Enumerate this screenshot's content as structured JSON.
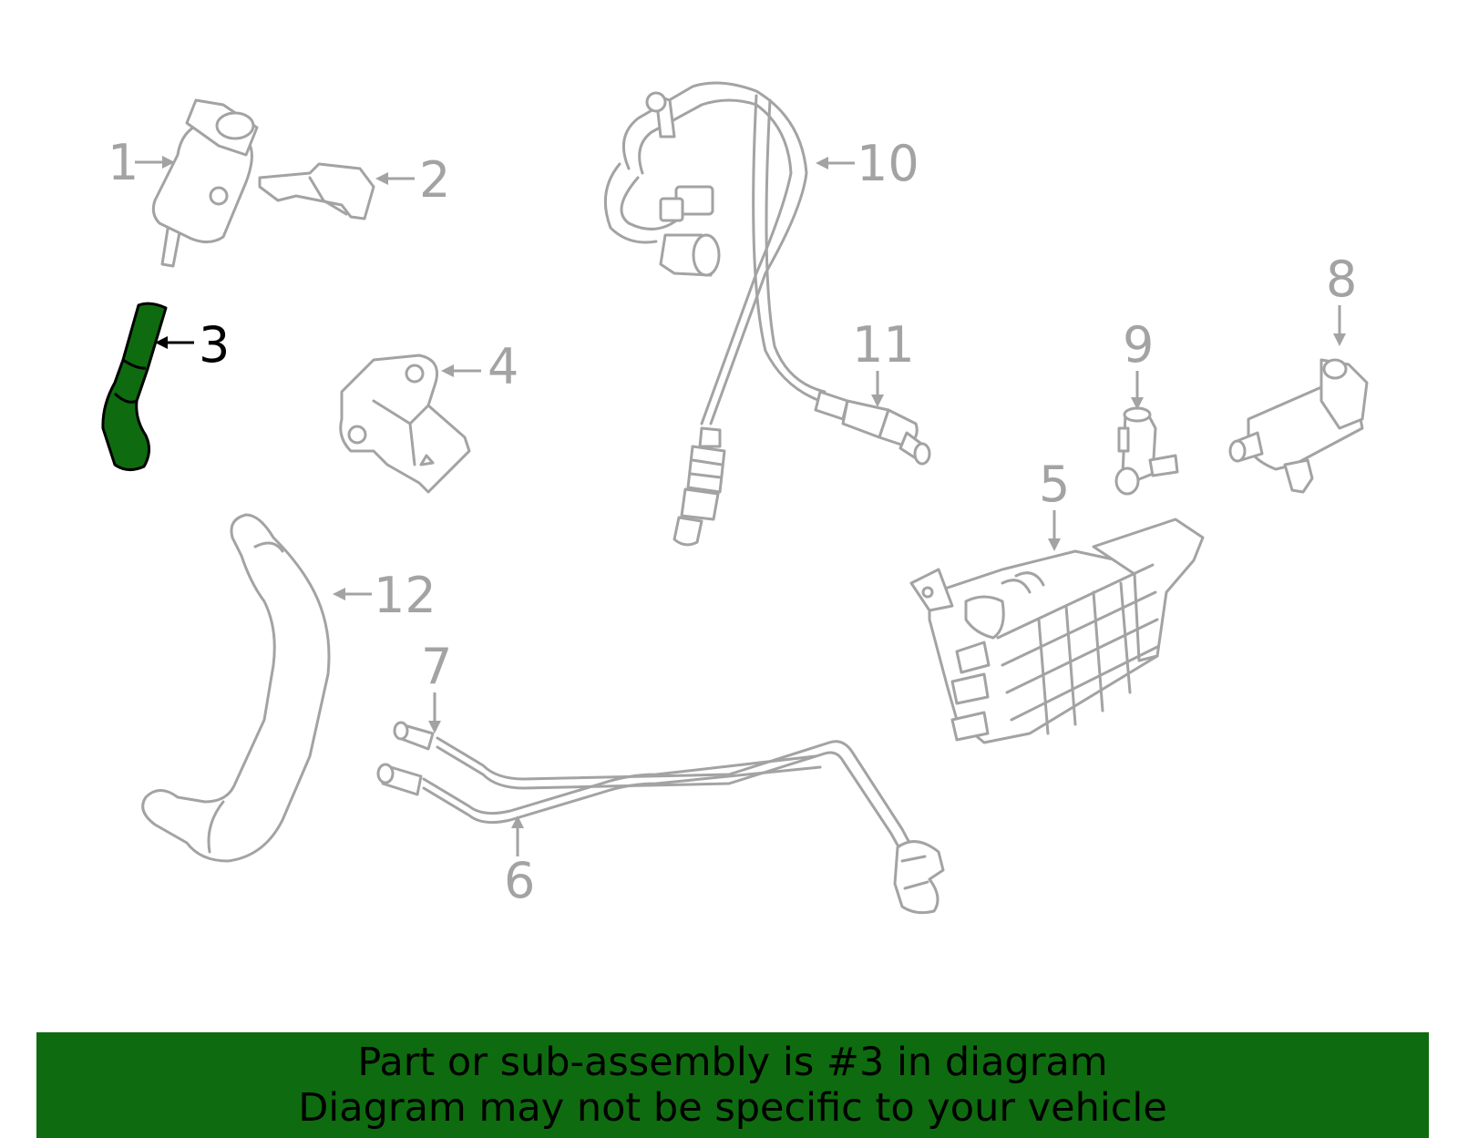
{
  "diagram": {
    "highlight_color": "#0f6b0f",
    "line_color": "#a3a3a3",
    "highlighted_part": "3",
    "callouts": [
      {
        "id": "1",
        "label": "1"
      },
      {
        "id": "2",
        "label": "2"
      },
      {
        "id": "3",
        "label": "3"
      },
      {
        "id": "4",
        "label": "4"
      },
      {
        "id": "5",
        "label": "5"
      },
      {
        "id": "6",
        "label": "6"
      },
      {
        "id": "7",
        "label": "7"
      },
      {
        "id": "8",
        "label": "8"
      },
      {
        "id": "9",
        "label": "9"
      },
      {
        "id": "10",
        "label": "10"
      },
      {
        "id": "11",
        "label": "11"
      },
      {
        "id": "12",
        "label": "12"
      }
    ]
  },
  "banner": {
    "background": "#0f6b0f",
    "line1": "Part or sub-assembly is #3 in diagram",
    "line2": "Diagram may not be specific to your vehicle"
  }
}
